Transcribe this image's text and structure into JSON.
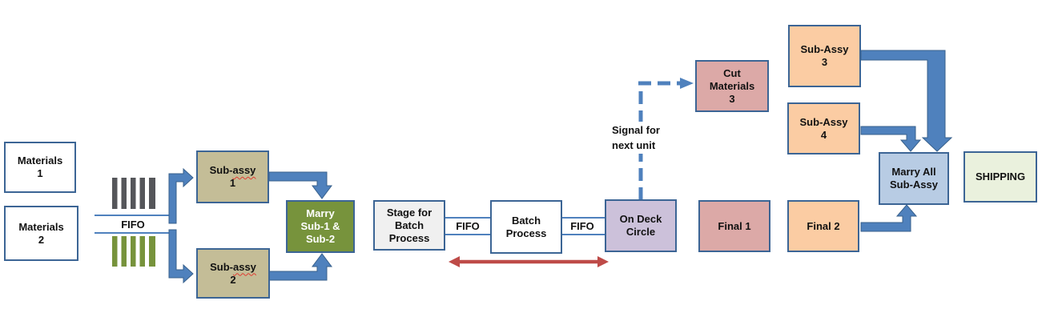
{
  "colors": {
    "accent_blue": "#4F81BD",
    "arrow_edge": "#38618C",
    "box_border": "#3C6595",
    "tan": "#C4BD97",
    "olive_green": "#77933C",
    "lavender": "#CCC1DA",
    "pink": "#DCA9A7",
    "peach": "#FBCCA3",
    "light_blue": "#B8CCE4",
    "pale_green": "#EAF1DD",
    "light_gray": "#F0F0F0",
    "bar_dark": "#55565A",
    "bar_green": "#77933C",
    "red_arrow": "#BE4B48"
  },
  "nodes": {
    "materials_1": {
      "label": "Materials\n1"
    },
    "materials_2": {
      "label": "Materials\n2"
    },
    "sub_assy_1": {
      "line1_plain": "Sub-",
      "line1_wavy": "assy",
      "line2": "1"
    },
    "sub_assy_2": {
      "line1_plain": "Sub-",
      "line1_wavy": "assy",
      "line2": "2"
    },
    "marry_sub": {
      "label": "Marry\nSub-1 &\nSub-2"
    },
    "stage_batch": {
      "label": "Stage for\nBatch\nProcess"
    },
    "batch_process": {
      "label": "Batch\nProcess"
    },
    "on_deck": {
      "label": "On Deck\nCircle"
    },
    "cut_materials": {
      "label": "Cut\nMaterials\n3"
    },
    "final_1": {
      "label": "Final 1"
    },
    "final_2": {
      "label": "Final 2"
    },
    "sub_assy_3": {
      "label": "Sub-Assy\n3"
    },
    "sub_assy_4": {
      "label": "Sub-Assy\n4"
    },
    "marry_all": {
      "label": "Marry All\nSub-Assy"
    },
    "shipping": {
      "label": "SHIPPING"
    }
  },
  "lanes": {
    "left": {
      "label": "FIFO"
    },
    "pre_batch": {
      "label": "FIFO"
    },
    "post_batch": {
      "label": "FIFO"
    }
  },
  "annotations": {
    "signal_label": "Signal for\nnext unit"
  }
}
